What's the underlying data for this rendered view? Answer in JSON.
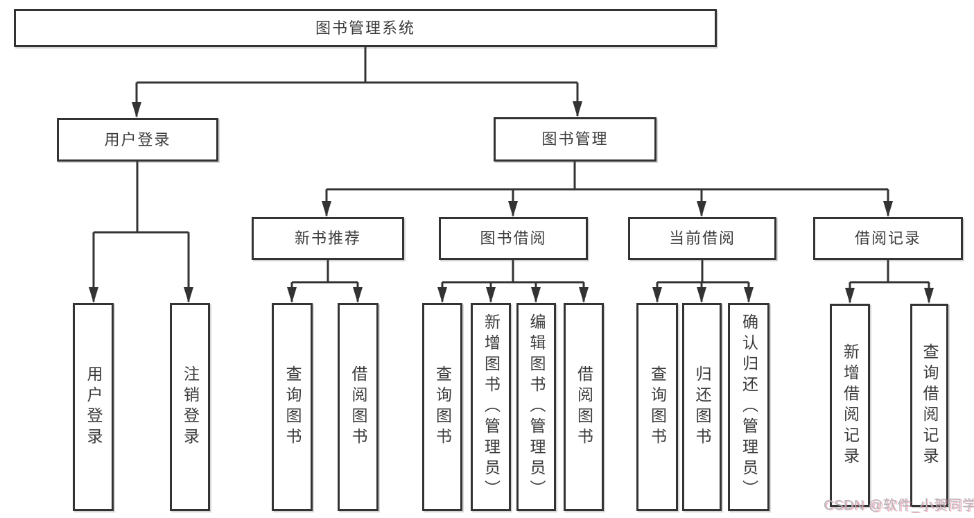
{
  "diagram": {
    "title": "图书管理系统",
    "branches": [
      {
        "label": "用户登录",
        "children": [
          {
            "label": "用户登录"
          },
          {
            "label": "注销登录"
          }
        ]
      },
      {
        "label": "图书管理",
        "groups": [
          {
            "label": "新书推荐",
            "children": [
              {
                "label": "查询图书"
              },
              {
                "label": "借阅图书"
              }
            ]
          },
          {
            "label": "图书借阅",
            "children": [
              {
                "label": "查询图书"
              },
              {
                "label": "新增图书（管理员）"
              },
              {
                "label": "编辑图书（管理员）"
              },
              {
                "label": "借阅图书"
              }
            ]
          },
          {
            "label": "当前借阅",
            "children": [
              {
                "label": "查询图书"
              },
              {
                "label": "归还图书"
              },
              {
                "label": "确认归还（管理员）"
              }
            ]
          },
          {
            "label": "借阅记录",
            "children": [
              {
                "label": "新增借阅记录"
              },
              {
                "label": "查询借阅记录"
              }
            ]
          }
        ]
      }
    ],
    "line_color": "#333333",
    "box_background": "#ffffff",
    "text_color": "#3b3b3b"
  },
  "watermark": {
    "text": "CSDN @软件_小贺同学"
  }
}
